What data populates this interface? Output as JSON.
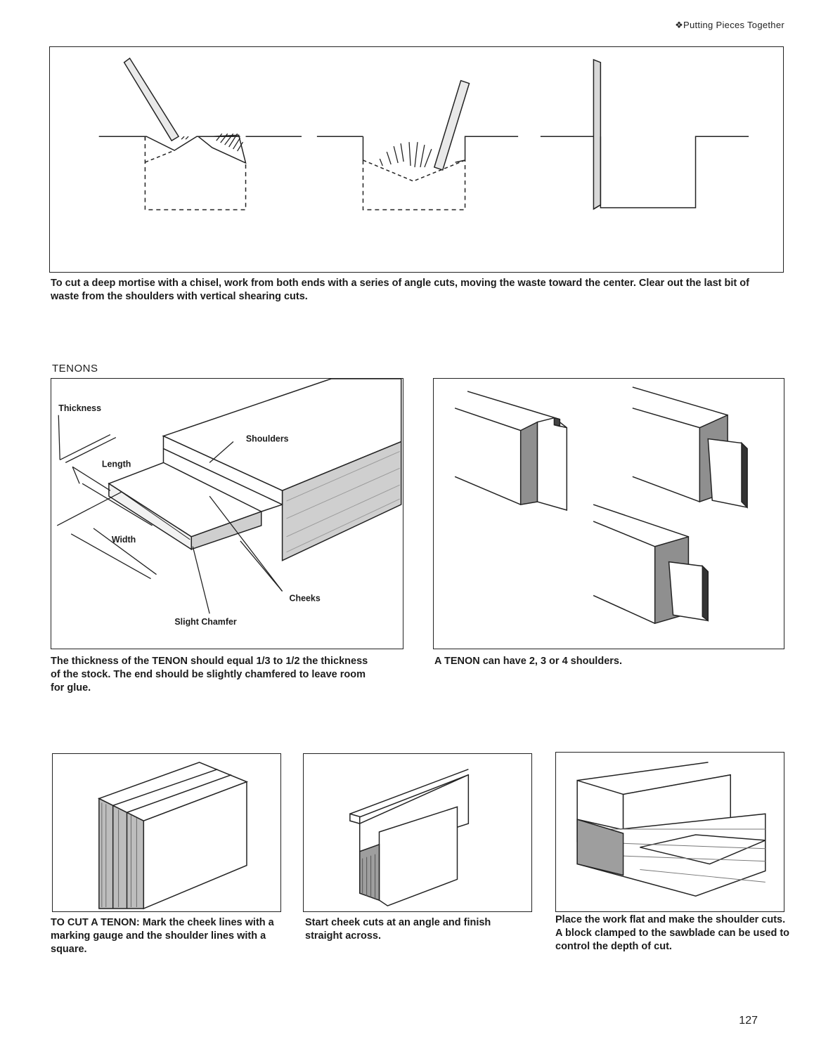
{
  "header": {
    "running_title": "❖Putting Pieces Together"
  },
  "mortise_figure": {
    "caption": "To cut a deep mortise with a chisel, work from both ends with a series of angle cuts, moving the waste toward the center. Clear out the last bit of waste from the shoulders with vertical shearing cuts."
  },
  "tenons_section": {
    "title": "TENONS",
    "anatomy_figure": {
      "labels": {
        "thickness": "Thickness",
        "length": "Length",
        "shoulders": "Shoulders",
        "width": "Width",
        "cheeks": "Cheeks",
        "slight_chamfer": "Slight Chamfer"
      },
      "caption": "The thickness of the TENON should equal 1/3 to 1/2 the thickness of the stock. The end should be slightly chamfered to leave room for glue."
    },
    "shoulders_figure": {
      "caption": "A TENON can have 2, 3 or 4 shoulders."
    }
  },
  "cutting_steps": [
    {
      "caption": "TO CUT A TENON: Mark the cheek lines with a marking gauge and the shoulder lines with a square."
    },
    {
      "caption": "Start cheek cuts at an angle and finish straight across."
    },
    {
      "caption": "Place the work flat and make the shoulder cuts. A block clamped to the sawblade can be used to control the depth of cut."
    }
  ],
  "footer": {
    "page_number": "127"
  }
}
